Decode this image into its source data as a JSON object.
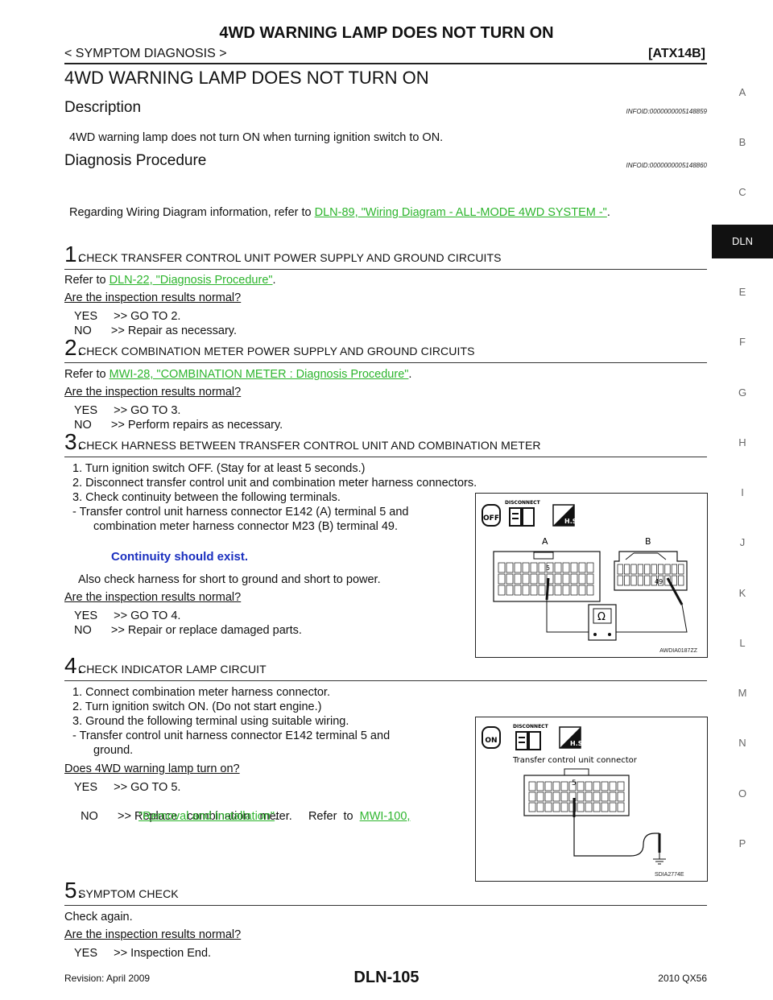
{
  "header": {
    "title": "4WD WARNING LAMP DOES NOT TURN ON",
    "section": "< SYMPTOM DIAGNOSIS >",
    "model_code": "[ATX14B]"
  },
  "page_title": "4WD WARNING LAMP DOES NOT TURN ON",
  "description": {
    "heading": "Description",
    "infoid": "INFOID:0000000005148859",
    "text": "4WD warning lamp does not turn ON when turning ignition switch to ON."
  },
  "diagnosis": {
    "heading": "Diagnosis Procedure",
    "infoid": "INFOID:0000000005148860",
    "intro_prefix": "Regarding Wiring Diagram information, refer to ",
    "intro_link": "DLN-89, \"Wiring Diagram - ALL-MODE 4WD SYSTEM -\"",
    "intro_suffix": "."
  },
  "steps": [
    {
      "num": "1.",
      "title": "CHECK TRANSFER CONTROL UNIT POWER SUPPLY AND GROUND CIRCUITS",
      "refer_prefix": "Refer to ",
      "refer_link": "DLN-22, \"Diagnosis Procedure\"",
      "refer_suffix": ".",
      "question": "Are the inspection results normal?",
      "yes": "YES     >> GO TO 2.",
      "no": "NO      >> Repair as necessary."
    },
    {
      "num": "2.",
      "title": "CHECK COMBINATION METER POWER SUPPLY AND GROUND CIRCUITS",
      "refer_prefix": "Refer to ",
      "refer_link": "MWI-28, \"COMBINATION METER : Diagnosis Procedure\"",
      "refer_suffix": ".",
      "question": "Are the inspection results normal?",
      "yes": "YES     >> GO TO 3.",
      "no": "NO      >> Perform repairs as necessary."
    },
    {
      "num": "3.",
      "title": "CHECK HARNESS BETWEEN TRANSFER CONTROL UNIT AND COMBINATION METER",
      "items": [
        "1.  Turn ignition switch OFF. (Stay for at least 5 seconds.)",
        "2.  Disconnect transfer control unit and combination meter harness connectors.",
        "3.  Check continuity between the following terminals.",
        "-   Transfer control unit harness connector E142 (A) terminal 5 and",
        "combination meter harness connector M23 (B) terminal 49."
      ],
      "spec": "Continuity should exist.",
      "also": "Also check harness for short to ground and short to power.",
      "question": "Are the inspection results normal?",
      "yes": "YES     >> GO TO 4.",
      "no": "NO      >> Repair or replace damaged parts.",
      "figure": {
        "label_a": "A",
        "label_b": "B",
        "pin_a": "5",
        "pin_b": "49",
        "code": "AWDIA0187ZZ",
        "off": "OFF",
        "disconnect": "DISCONNECT",
        "hs": "H.S.",
        "ohm": "Ω"
      }
    },
    {
      "num": "4.",
      "title": "CHECK INDICATOR LAMP CIRCUIT",
      "items": [
        "1.  Connect combination meter harness connector.",
        "2.  Turn ignition switch ON. (Do not start engine.)",
        "3.  Ground the following terminal using suitable wiring.",
        "-   Transfer control unit harness connector E142 terminal 5 and",
        "ground."
      ],
      "question": "Does 4WD warning lamp turn on?",
      "yes": "YES     >> GO TO 5.",
      "no_prefix": "NO      >> Replace   combination   meter.     Refer  to  ",
      "no_link1": "MWI-100,",
      "no_link2": "\"Removal and Installation\"",
      "no_suffix": ".",
      "figure": {
        "caption": "Transfer control unit connector",
        "pin": "5",
        "code": "SDIA2774E",
        "on": "ON",
        "disconnect": "DISCONNECT",
        "hs": "H.S."
      }
    },
    {
      "num": "5.",
      "title": "SYMPTOM CHECK",
      "text": "Check again.",
      "question": "Are the inspection results normal?",
      "yes": "YES     >> Inspection End."
    }
  ],
  "side_tabs": [
    "A",
    "B",
    "C",
    "DLN",
    "E",
    "F",
    "G",
    "H",
    "I",
    "J",
    "K",
    "L",
    "M",
    "N",
    "O",
    "P"
  ],
  "footer": {
    "revision": "Revision: April 2009",
    "page": "DLN-105",
    "model": "2010 QX56"
  }
}
